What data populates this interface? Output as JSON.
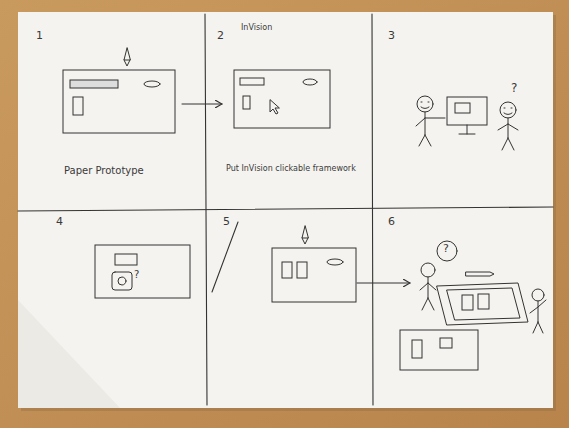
{
  "diagram": {
    "labels": [
      "1",
      "Paper Prototype",
      "2",
      "InVision",
      "Put InVision clickable framework",
      "3",
      "?",
      "4",
      "?",
      "5",
      "6",
      "?"
    ]
  }
}
